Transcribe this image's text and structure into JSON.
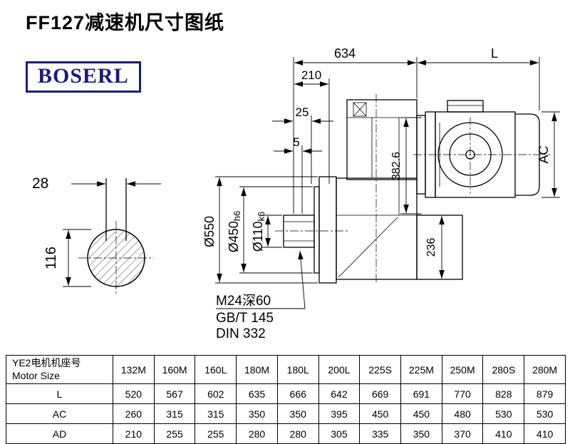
{
  "page": {
    "title": "FF127减速机尺寸图纸",
    "brand": "BOSERL"
  },
  "drawing": {
    "dims": {
      "overall_width": "634",
      "motor_length": "L",
      "d210": "210",
      "d25": "25",
      "d5": "5",
      "flange_dia": "Ø550",
      "spigot_dia": "Ø450",
      "spigot_tol": "h6",
      "shaft_dia": "Ø110",
      "shaft_tol": "k6",
      "d382": "382.6",
      "d236": "236",
      "motor_dia": "AC",
      "key_width": "28",
      "shaft_section_height": "116"
    },
    "notes": {
      "tap_hole": "M24深60",
      "standard_1": "GB/T 145",
      "standard_2": "DIN 332"
    }
  },
  "table": {
    "header_cn": "YE2电机机座号",
    "header_en": "Motor Size",
    "columns": [
      "132M",
      "160M",
      "160L",
      "180M",
      "180L",
      "200L",
      "225S",
      "225M",
      "250M",
      "280S",
      "280M"
    ],
    "rows": [
      {
        "label": "L",
        "values": [
          "520",
          "567",
          "602",
          "635",
          "666",
          "642",
          "669",
          "691",
          "770",
          "828",
          "879"
        ]
      },
      {
        "label": "AC",
        "values": [
          "260",
          "315",
          "315",
          "350",
          "350",
          "395",
          "450",
          "450",
          "480",
          "530",
          "530"
        ]
      },
      {
        "label": "AD",
        "values": [
          "210",
          "255",
          "255",
          "280",
          "280",
          "305",
          "335",
          "350",
          "370",
          "410",
          "410"
        ]
      }
    ]
  }
}
